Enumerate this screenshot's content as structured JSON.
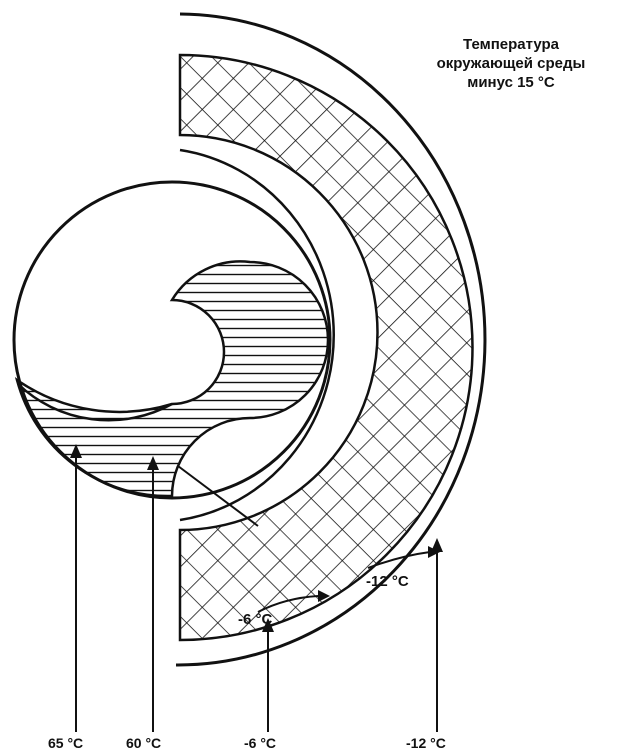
{
  "title": {
    "line1": "Температура",
    "line2": "окружающей среды",
    "line3": "минус 15 °C"
  },
  "callouts": {
    "inner_minus6": "-6 °C",
    "inner_minus12": "-12 °C"
  },
  "bottom_labels": {
    "t65": "65 °C",
    "t60": "60 °C",
    "tm6": "-6 °C",
    "tm12": "-12 °C"
  },
  "colors": {
    "stroke": "#111111",
    "background": "#ffffff"
  }
}
